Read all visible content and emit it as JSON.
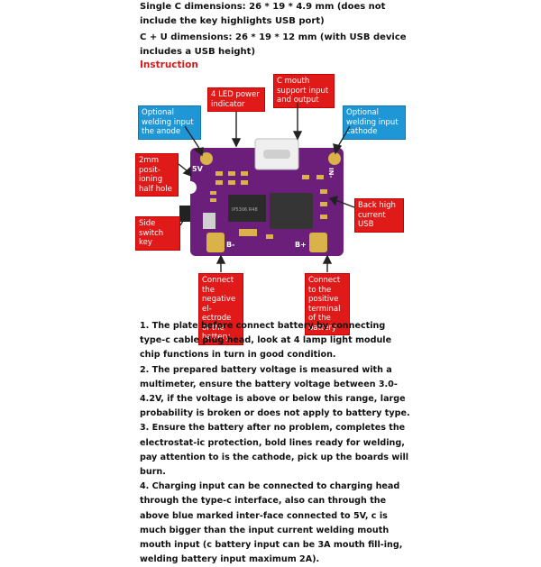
{
  "header": {
    "line1": "Single C dimensions: 26 * 19 * 4.9 mm (does not include the key highlights USB port)",
    "line2": "C + U dimensions: 26 * 19 * 12 mm (with USB device includes a USB height)",
    "section_title": "Instruction"
  },
  "callouts": {
    "led_indicator": "4 LED power indicator",
    "c_mouth": "C mouth support input and output",
    "opt_anode": "Optional welding input the anode",
    "opt_cathode": "Optional welding input cathode",
    "half_hole": "2mm posit-ioning half hole",
    "back_usb": "Back high current USB",
    "side_switch": "Side switch key",
    "neg_electrode": "Connect the negative el-ectrode of the battery",
    "pos_terminal": "Connect to the positive terminal of the battery"
  },
  "board": {
    "label_5v": "5V",
    "label_in": "IN-",
    "label_bminus": "B-",
    "label_bplus": "B+",
    "chip_label": "IP5306 R48"
  },
  "instructions": [
    "1. The plate before connect battery by connecting type-c cable plug head, look at 4 lamp light module chip functions in turn in good condition.",
    "2. The prepared battery voltage is measured with a multimeter, ensure the battery voltage between 3.0-4.2V, if the voltage is above or below this range, large probability is broken or does not apply to battery type.",
    "3. Ensure the battery after no problem, completes the electrostat-ic protection, bold lines ready for welding, pay attention to is the cathode, pick up the boards will burn.",
    "4. Charging input can be connected to charging head through the type-c interface, also can through the above blue marked inter-face connected to 5V, c is much bigger than the input current welding mouth mouth input (c battery input can be 3A mouth fill-ing, welding battery input maximum 2A)."
  ],
  "colors": {
    "pcb": "#6b1f7a",
    "pad": "#d9b24a",
    "red_callout": "#e01919",
    "blue_callout": "#1f96d6",
    "title_red": "#d21a1a"
  }
}
